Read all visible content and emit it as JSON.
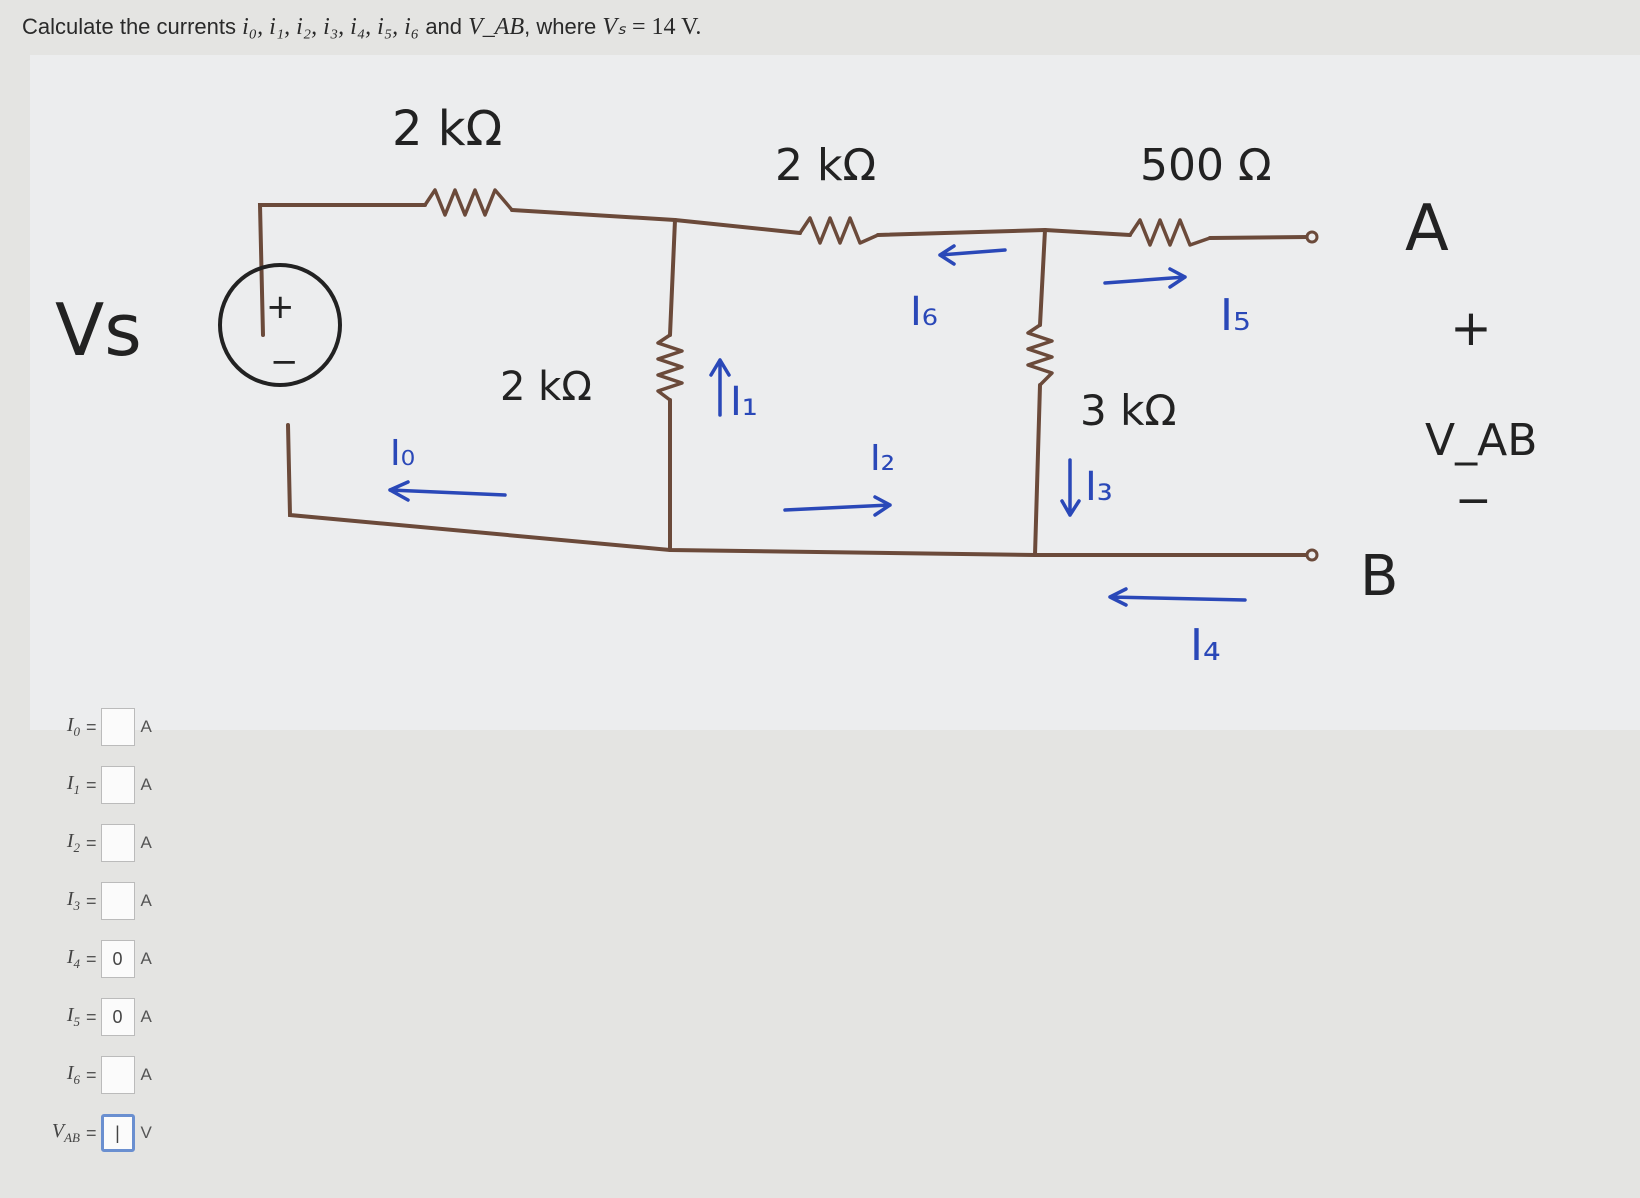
{
  "problem": {
    "prefix": "Calculate the currents ",
    "vars": "i₀, i₁, i₂, i₃, i₄, i₅, i₆",
    "and": " and ",
    "vab": "V_AB",
    "where": ", where ",
    "vs": "Vₛ",
    "value": " = 14 V."
  },
  "circuit": {
    "r1": "2 kΩ",
    "r2": "2 kΩ",
    "r3": "500 Ω",
    "r4": "2 kΩ",
    "r5": "3 kΩ",
    "vs_label": "Vs",
    "plus": "+",
    "minus": "−",
    "node_a": "A",
    "node_b": "B",
    "vab_plus": "+",
    "vab_label": "V_AB",
    "vab_minus": "−",
    "i0": "I₀",
    "i1": "I₁",
    "i2": "I₂",
    "i3": "I₃",
    "i4": "I₄",
    "i5": "I₅",
    "i6": "I₆",
    "colors": {
      "wire": "#6b4a3a",
      "pen": "#2a48b8"
    }
  },
  "answers": [
    {
      "label": "I",
      "sub": "0",
      "value": "",
      "unit": "A"
    },
    {
      "label": "I",
      "sub": "1",
      "value": "",
      "unit": "A"
    },
    {
      "label": "I",
      "sub": "2",
      "value": "",
      "unit": "A"
    },
    {
      "label": "I",
      "sub": "3",
      "value": "",
      "unit": "A"
    },
    {
      "label": "I",
      "sub": "4",
      "value": "0",
      "unit": "A"
    },
    {
      "label": "I",
      "sub": "5",
      "value": "0",
      "unit": "A"
    },
    {
      "label": "I",
      "sub": "6",
      "value": "",
      "unit": "A"
    },
    {
      "label": "V",
      "sub": "AB",
      "value": "|",
      "unit": "V"
    }
  ]
}
